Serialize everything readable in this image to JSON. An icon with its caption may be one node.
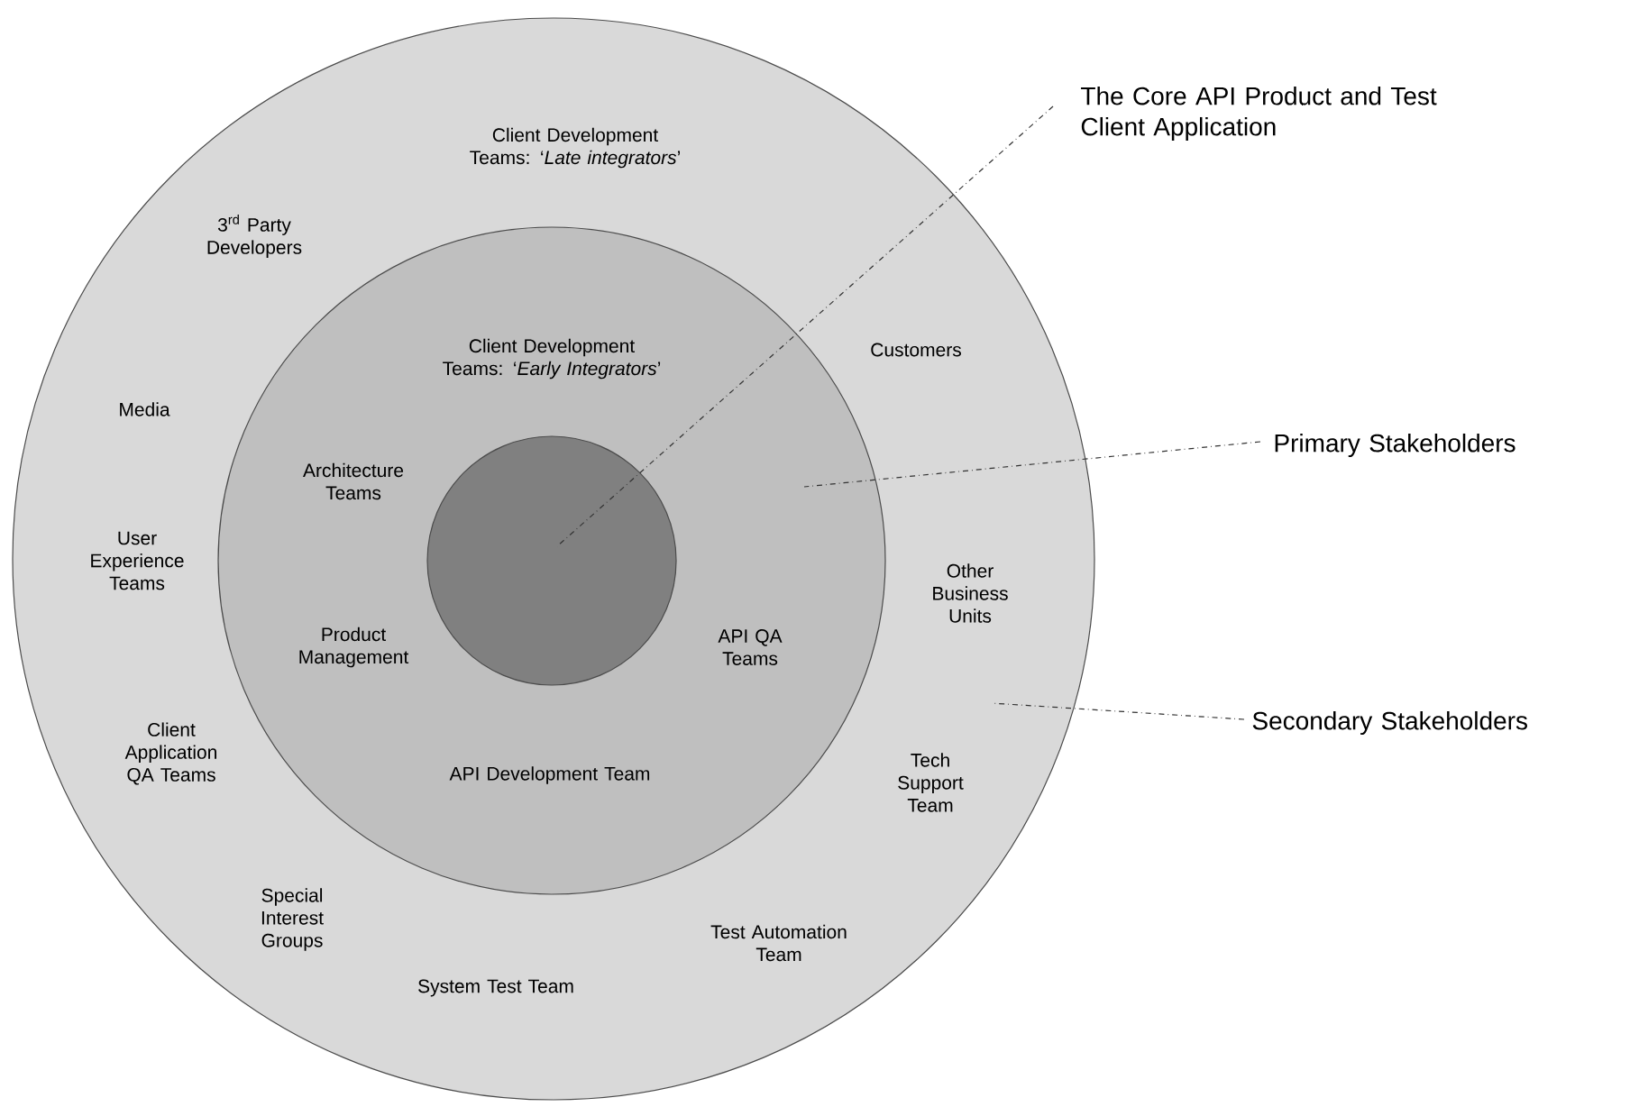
{
  "diagram": {
    "nodes": [
      {
        "text": [
          "Client Development Teams: ‘*Late integrators*’",
          "3$^{rd}$ Party Developers",
          "Media",
          "User Experience Teams",
          "Client Application QA Teams",
          "Special Interest Groups",
          "System Test Team",
          "Test Automation Team",
          "Tech Support Team",
          "Other Business Units",
          "Customers"
        ]
      },
      {
        "text": [
          "Client Development Teams: ‘*Early Integrators*’",
          "Architecture Teams",
          "Product Management",
          "API QA Teams",
          "API Development Team"
        ],
        "in": 0
      },
      {
        "text": [],
        "shape": "circle",
        "in": 1
      },
      {
        "text": [
          "The Core API Product and Test Client Application"
        ]
      },
      {
        "text": [
          "Primary Stakeholders"
        ]
      },
      {
        "text": [
          "Secondary Stakeholders"
        ]
      }
    ],
    "edges": [
      {
        "from": 3,
        "to": 2,
        "arrow": "none",
        "style": "dashed"
      },
      {
        "from": 4,
        "to": 1,
        "arrow": "none",
        "style": "dashed"
      },
      {
        "from": 5,
        "to": 0,
        "arrow": "none",
        "style": "dashed"
      }
    ]
  }
}
